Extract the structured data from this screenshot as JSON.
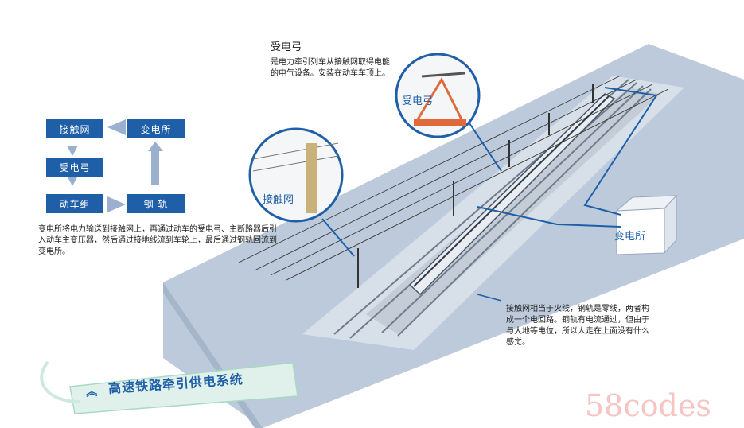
{
  "flow": {
    "catenary": "接触网",
    "pantograph": "受电弓",
    "emu": "动车组",
    "rail": "钢 轨",
    "substation": "变电所"
  },
  "flow_description": "变电所将电力输送到接触网上，再通过动车的受电弓、主断路器后引入动车主变压器，然后通过接地线流到车轮上，最后通过钢轨回流到变电所。",
  "pantograph_title": "受电弓",
  "pantograph_description": "是电力牵引列车从接触网取得电能的电气设备。安装在动车车顶上。",
  "zoom_labels": {
    "catenary": "接触网",
    "pantograph": "受电弓"
  },
  "substation_label": "变电所",
  "circuit_description": "接触网相当于火线，钢轨是零线，两者构成一个电回路。钢轨有电流通过，但由于与大地等电位，所以人走在上面没有什么感觉。",
  "banner_title": "高速铁路牵引供电系统",
  "watermark": "58codes",
  "colors": {
    "accent": "#1f5fa8",
    "ground": "#b9c9dc",
    "banner": "#dff1ea"
  }
}
